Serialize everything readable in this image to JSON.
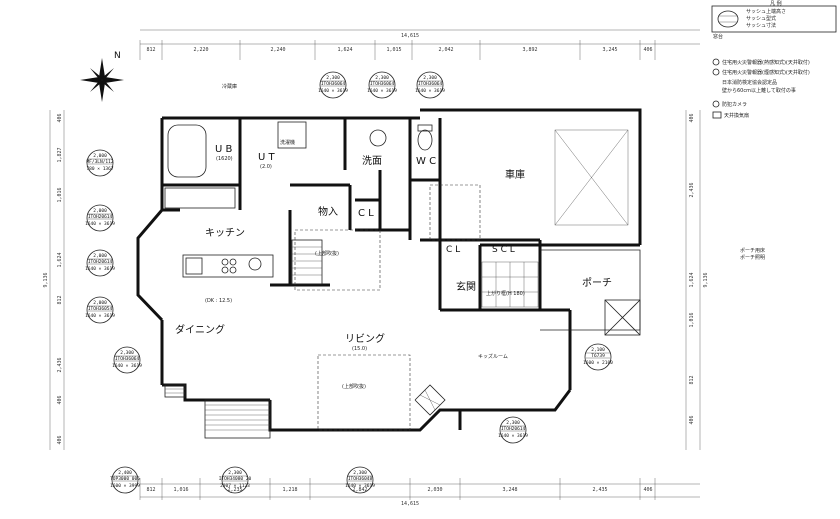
{
  "rooms": {
    "ub": "U B",
    "ub_size": "(1620)",
    "ut": "U T",
    "ut_size": "(2.0)",
    "senmen": "洗面",
    "wc": "W C",
    "garage": "車庫",
    "storage": "物入",
    "cl": "C L",
    "kitchen": "キッチン",
    "dk_size": "(DK : 12.5)",
    "dining": "ダイニング",
    "living": "リビング",
    "living_size": "(15.0)",
    "kidsroom": "キッズルーム",
    "genkan": "玄関",
    "porch": "ポーチ",
    "cl2": "C L",
    "scl": "S C L",
    "tatami": "(上部吹抜)",
    "kaidan": "(上部吹抜)"
  },
  "dims": {
    "top_total": "14,615",
    "bottom_total": "14,615",
    "left_total": "9,136",
    "right_total": "9,136",
    "top": [
      "812",
      "2,220",
      "2,240",
      "1,624",
      "1,015",
      "2,042",
      "3,892",
      "3,245",
      "406"
    ],
    "bottom": [
      "812",
      "1,016",
      "2,235",
      "1,218",
      "2,842",
      "2,030",
      "3,248",
      "2,435",
      "406"
    ],
    "left": [
      "406",
      "1,827",
      "1,016",
      "1,624",
      "812",
      "2,436",
      "406",
      "406"
    ],
    "right": [
      "406",
      "2,436",
      "1,624",
      "1,016",
      "812",
      "406"
    ]
  },
  "tags": [
    {
      "a": "2,000",
      "b": "MF/3LN/112",
      "c": "780 × 1367"
    },
    {
      "a": "2,000",
      "b": "ITOH20614",
      "c": "1640 × 3619"
    },
    {
      "a": "2,000",
      "b": "ITOH20614",
      "c": "1640 × 3619"
    },
    {
      "a": "2,000",
      "b": "ITOH36054",
      "c": "1640 × 3619"
    },
    {
      "a": "2,300",
      "b": "ITOH36064",
      "c": "1640 × 3619"
    },
    {
      "a": "2,400",
      "b": "TOP3000 006",
      "c": "1600 × 3999"
    },
    {
      "a": "2,300",
      "b": "ITOH34080 20",
      "c": "2007 × 1123"
    },
    {
      "a": "2,300",
      "b": "ITOH36048",
      "c": "1640 × 3619"
    },
    {
      "a": "2,300",
      "b": "ITOH36064",
      "c": "1640 × 3619"
    },
    {
      "a": "2,300",
      "b": "ITOH36064",
      "c": "1640 × 3619"
    },
    {
      "a": "2,300",
      "b": "ITOH36064",
      "c": "1640 × 3619"
    },
    {
      "a": "2,300",
      "b": "ITOH20614",
      "c": "1640 × 3619"
    },
    {
      "a": "2,100",
      "b": "T6739",
      "c": "1600 × 2100"
    }
  ],
  "legend": {
    "title": "凡 例",
    "lines": [
      "サッシュ上端高さ",
      "サッシュ型式",
      "サッシュ寸法"
    ],
    "notes": [
      "窓台",
      "住宅用火災警報器(熱感知式)(天井取付)",
      "住宅用火災警報器(煙感知式)(天井取付)",
      "日本消防検定協会認定品",
      "壁から60cm以上離して取付の事",
      "防犯カメラ",
      "天井換気扇"
    ],
    "porch_note1": "ポーチ用床",
    "porch_note2": "ポーチ照明"
  },
  "annot": {
    "north": "N",
    "fridge": "冷蔵庫",
    "washer": "洗濯機",
    "kaidan_up": "上",
    "entrance_step": "上がり框(H 180)"
  }
}
